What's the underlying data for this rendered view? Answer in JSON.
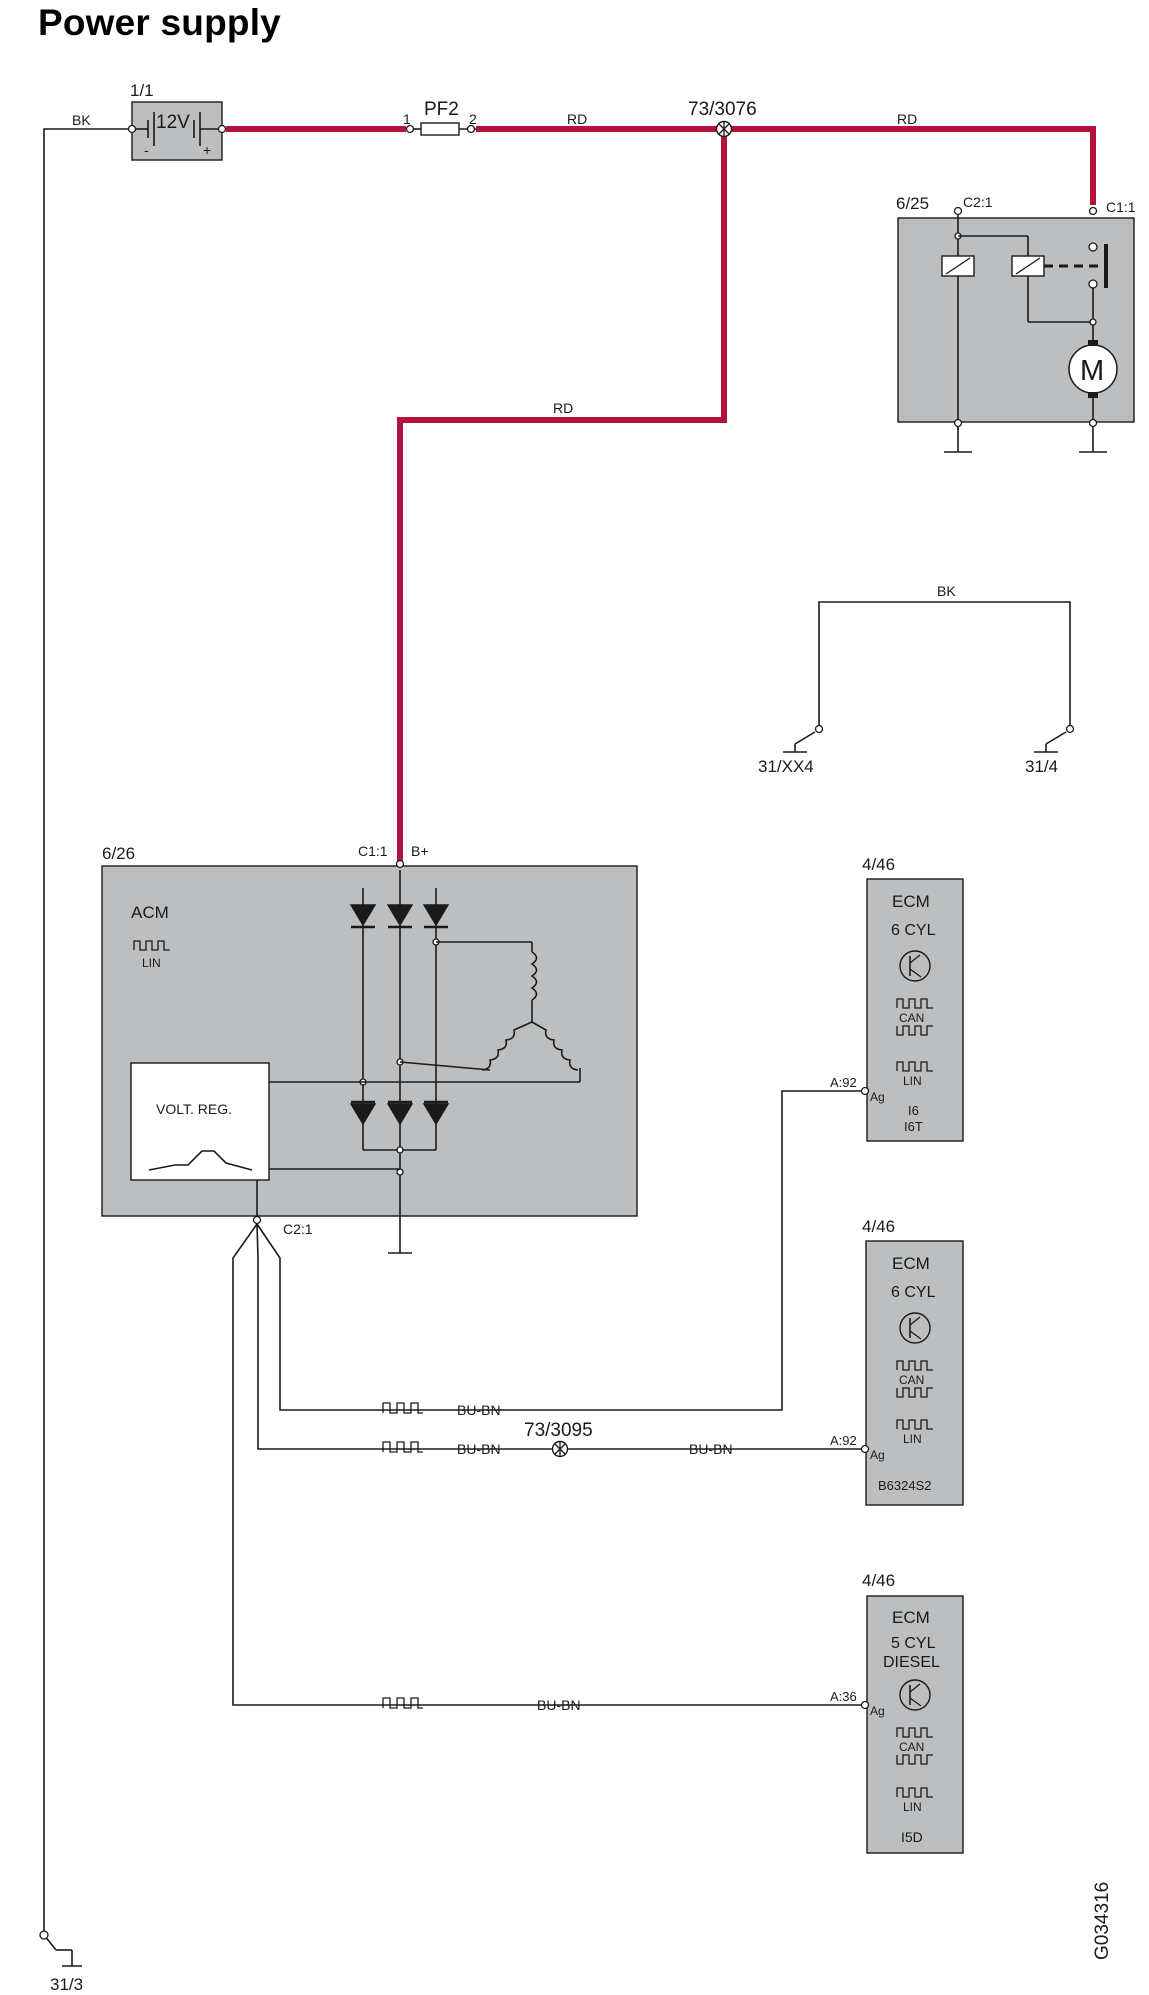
{
  "page": {
    "title": "Power supply",
    "figure_id": "G034316"
  },
  "components": {
    "battery": {
      "ref": "1/1",
      "voltage": "12V",
      "minus": "-",
      "plus": "+"
    },
    "fuse": {
      "ref": "PF2",
      "pin1": "1",
      "pin2": "2"
    },
    "splice_top": {
      "ref": "73/3076"
    },
    "splice_bottom": {
      "ref": "73/3095"
    },
    "starter": {
      "ref": "6/25",
      "pin_c2": "C2:1",
      "pin_c1": "C1:1",
      "motor": "M"
    },
    "ground_xx4": {
      "ref": "31/XX4"
    },
    "ground_4": {
      "ref": "31/4"
    },
    "ground_3": {
      "ref": "31/3"
    },
    "alternator": {
      "ref": "6/26",
      "name": "ACM",
      "lin": "LIN",
      "pin_c1": "C1:1",
      "bplus": "B+",
      "pin_c2": "C2:1",
      "regulator": "VOLT. REG."
    },
    "ecm_i6": {
      "ref": "4/46",
      "name": "ECM",
      "variant": "6 CYL",
      "can": "CAN",
      "lin": "LIN",
      "pin": "A:92",
      "ag": "Ag",
      "engine1": "I6",
      "engine2": "I6T"
    },
    "ecm_b6324": {
      "ref": "4/46",
      "name": "ECM",
      "variant": "6 CYL",
      "can": "CAN",
      "lin": "LIN",
      "pin": "A:92",
      "ag": "Ag",
      "engine1": "B6324S2"
    },
    "ecm_i5d": {
      "ref": "4/46",
      "name": "ECM",
      "variant": "5 CYL",
      "variant2": "DIESEL",
      "can": "CAN",
      "lin": "LIN",
      "pin": "A:36",
      "ag": "Ag",
      "engine1": "I5D"
    }
  },
  "wires": {
    "bk_battery": "BK",
    "rd_fuse": "RD",
    "rd_starter": "RD",
    "rd_alternator": "RD",
    "bk_ground": "BK",
    "bubn_i6": "BU-BN",
    "bubn_b6324_left": "BU-BN",
    "bubn_b6324_right": "BU-BN",
    "bubn_i5d": "BU-BN"
  },
  "colors": {
    "power_wire": "#b3123a",
    "component_fill": "#bcbec0",
    "line": "#1a1a1a"
  }
}
